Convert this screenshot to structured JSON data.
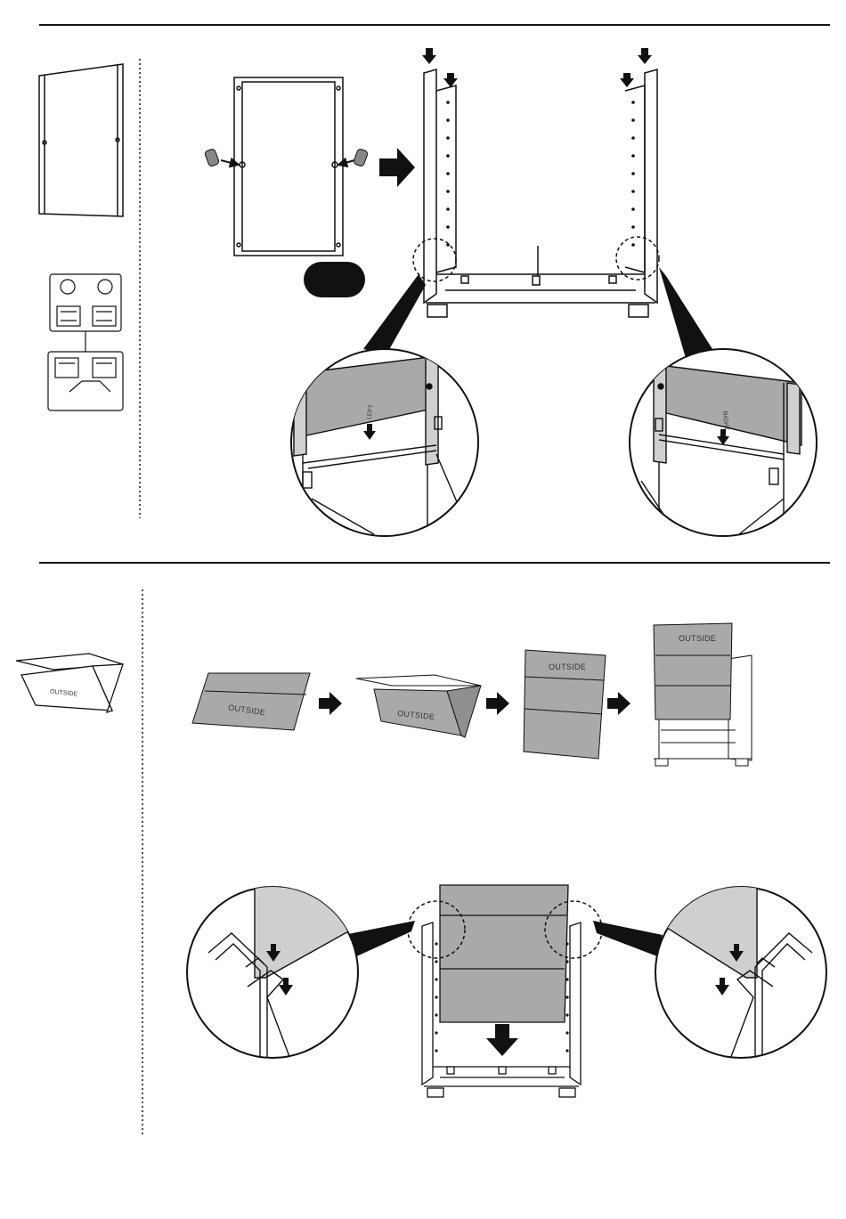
{
  "manual": {
    "panel_label": "OUTSIDE",
    "step_badge": "",
    "callout_left_label": "LEFT",
    "callout_right_label": "RIGHT"
  },
  "colors": {
    "line": "#111111",
    "panel_fill": "#a9a9a9",
    "panel_fill_light": "#cfcfcf",
    "arrow": "#111111",
    "badge": "#111111"
  },
  "icons": [
    "arrow-down-icon",
    "arrow-right-icon",
    "knob-icon",
    "magnify-callout-icon"
  ]
}
